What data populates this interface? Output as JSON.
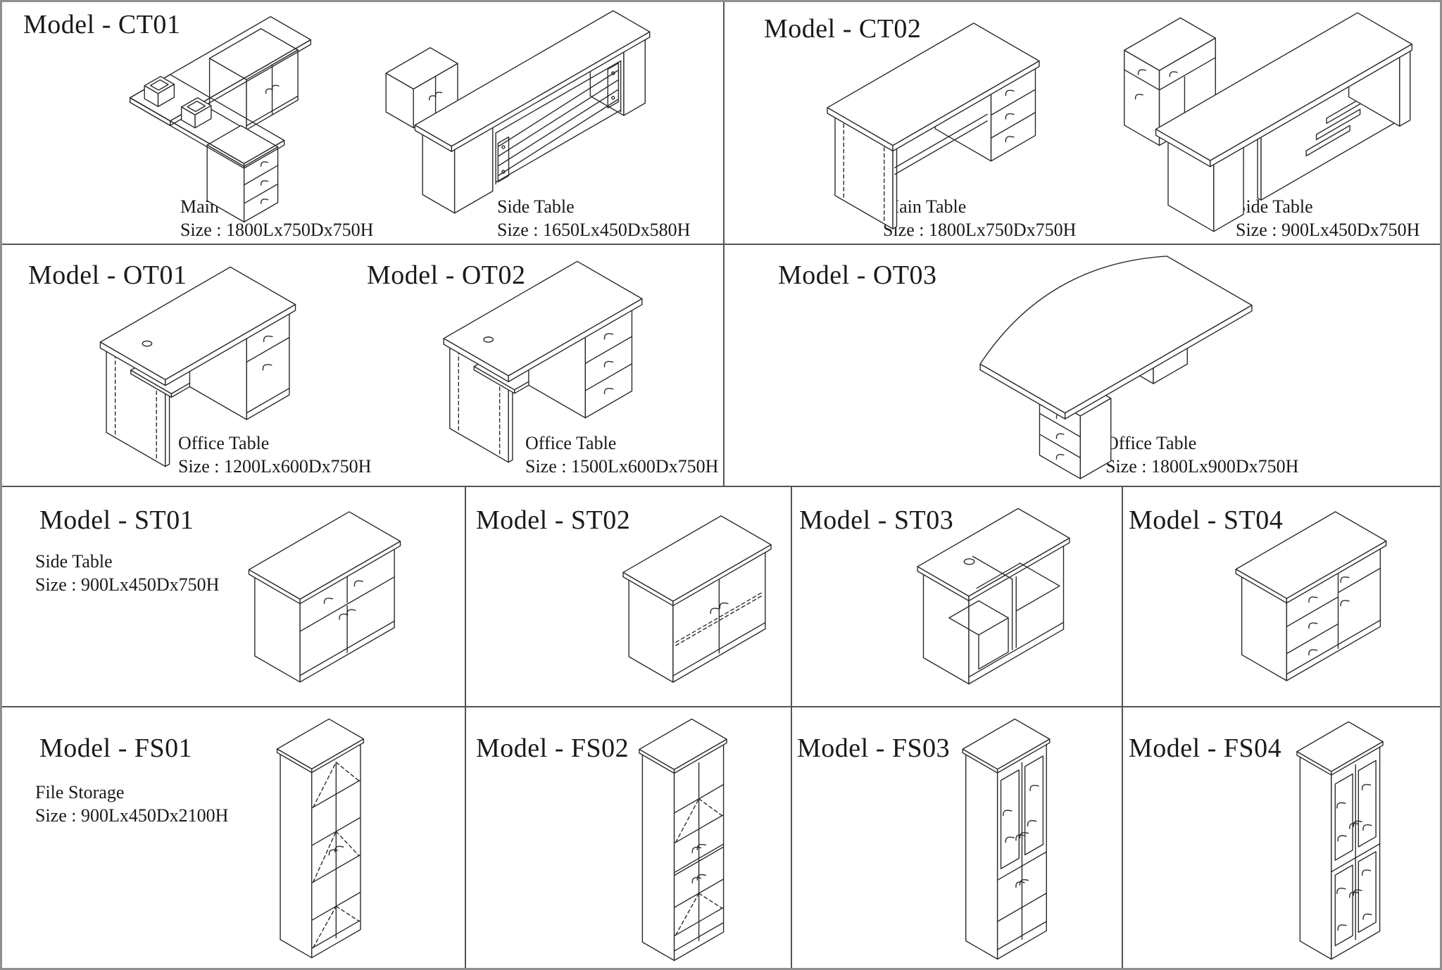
{
  "colors": {
    "line": "#2b2b2b",
    "text": "#1a1a1a",
    "grid": "#545454",
    "outer_border": "#8f8f8f",
    "background": "#ffffff"
  },
  "panels": {
    "ct01": {
      "title": "Model - CT01",
      "captions": [
        {
          "name": "Main Table",
          "size": "Size : 1800Lx750Dx750H"
        },
        {
          "name": "Side Table",
          "size": "Size : 1650Lx450Dx580H"
        }
      ]
    },
    "ct02": {
      "title": "Model - CT02",
      "captions": [
        {
          "name": "Main Table",
          "size": "Size : 1800Lx750Dx750H"
        },
        {
          "name": "Side Table",
          "size": "Size : 900Lx450Dx750H"
        }
      ]
    },
    "ot01": {
      "title": "Model - OT01",
      "captions": [
        {
          "name": "Office Table",
          "size": "Size : 1200Lx600Dx750H"
        }
      ]
    },
    "ot02": {
      "title": "Model - OT02",
      "captions": [
        {
          "name": "Office Table",
          "size": "Size : 1500Lx600Dx750H"
        }
      ]
    },
    "ot03": {
      "title": "Model - OT03",
      "captions": [
        {
          "name": "Office Table",
          "size": "Size : 1800Lx900Dx750H"
        }
      ]
    },
    "st01": {
      "title": "Model - ST01",
      "captions": [
        {
          "name": "Side Table",
          "size": "Size : 900Lx450Dx750H"
        }
      ]
    },
    "st02": {
      "title": "Model - ST02",
      "captions": []
    },
    "st03": {
      "title": "Model - ST03",
      "captions": []
    },
    "st04": {
      "title": "Model - ST04",
      "captions": []
    },
    "fs01": {
      "title": "Model - FS01",
      "captions": [
        {
          "name": "File Storage",
          "size": "Size : 900Lx450Dx2100H"
        }
      ]
    },
    "fs02": {
      "title": "Model - FS02",
      "captions": []
    },
    "fs03": {
      "title": "Model - FS03",
      "captions": []
    },
    "fs04": {
      "title": "Model - FS04",
      "captions": []
    }
  }
}
